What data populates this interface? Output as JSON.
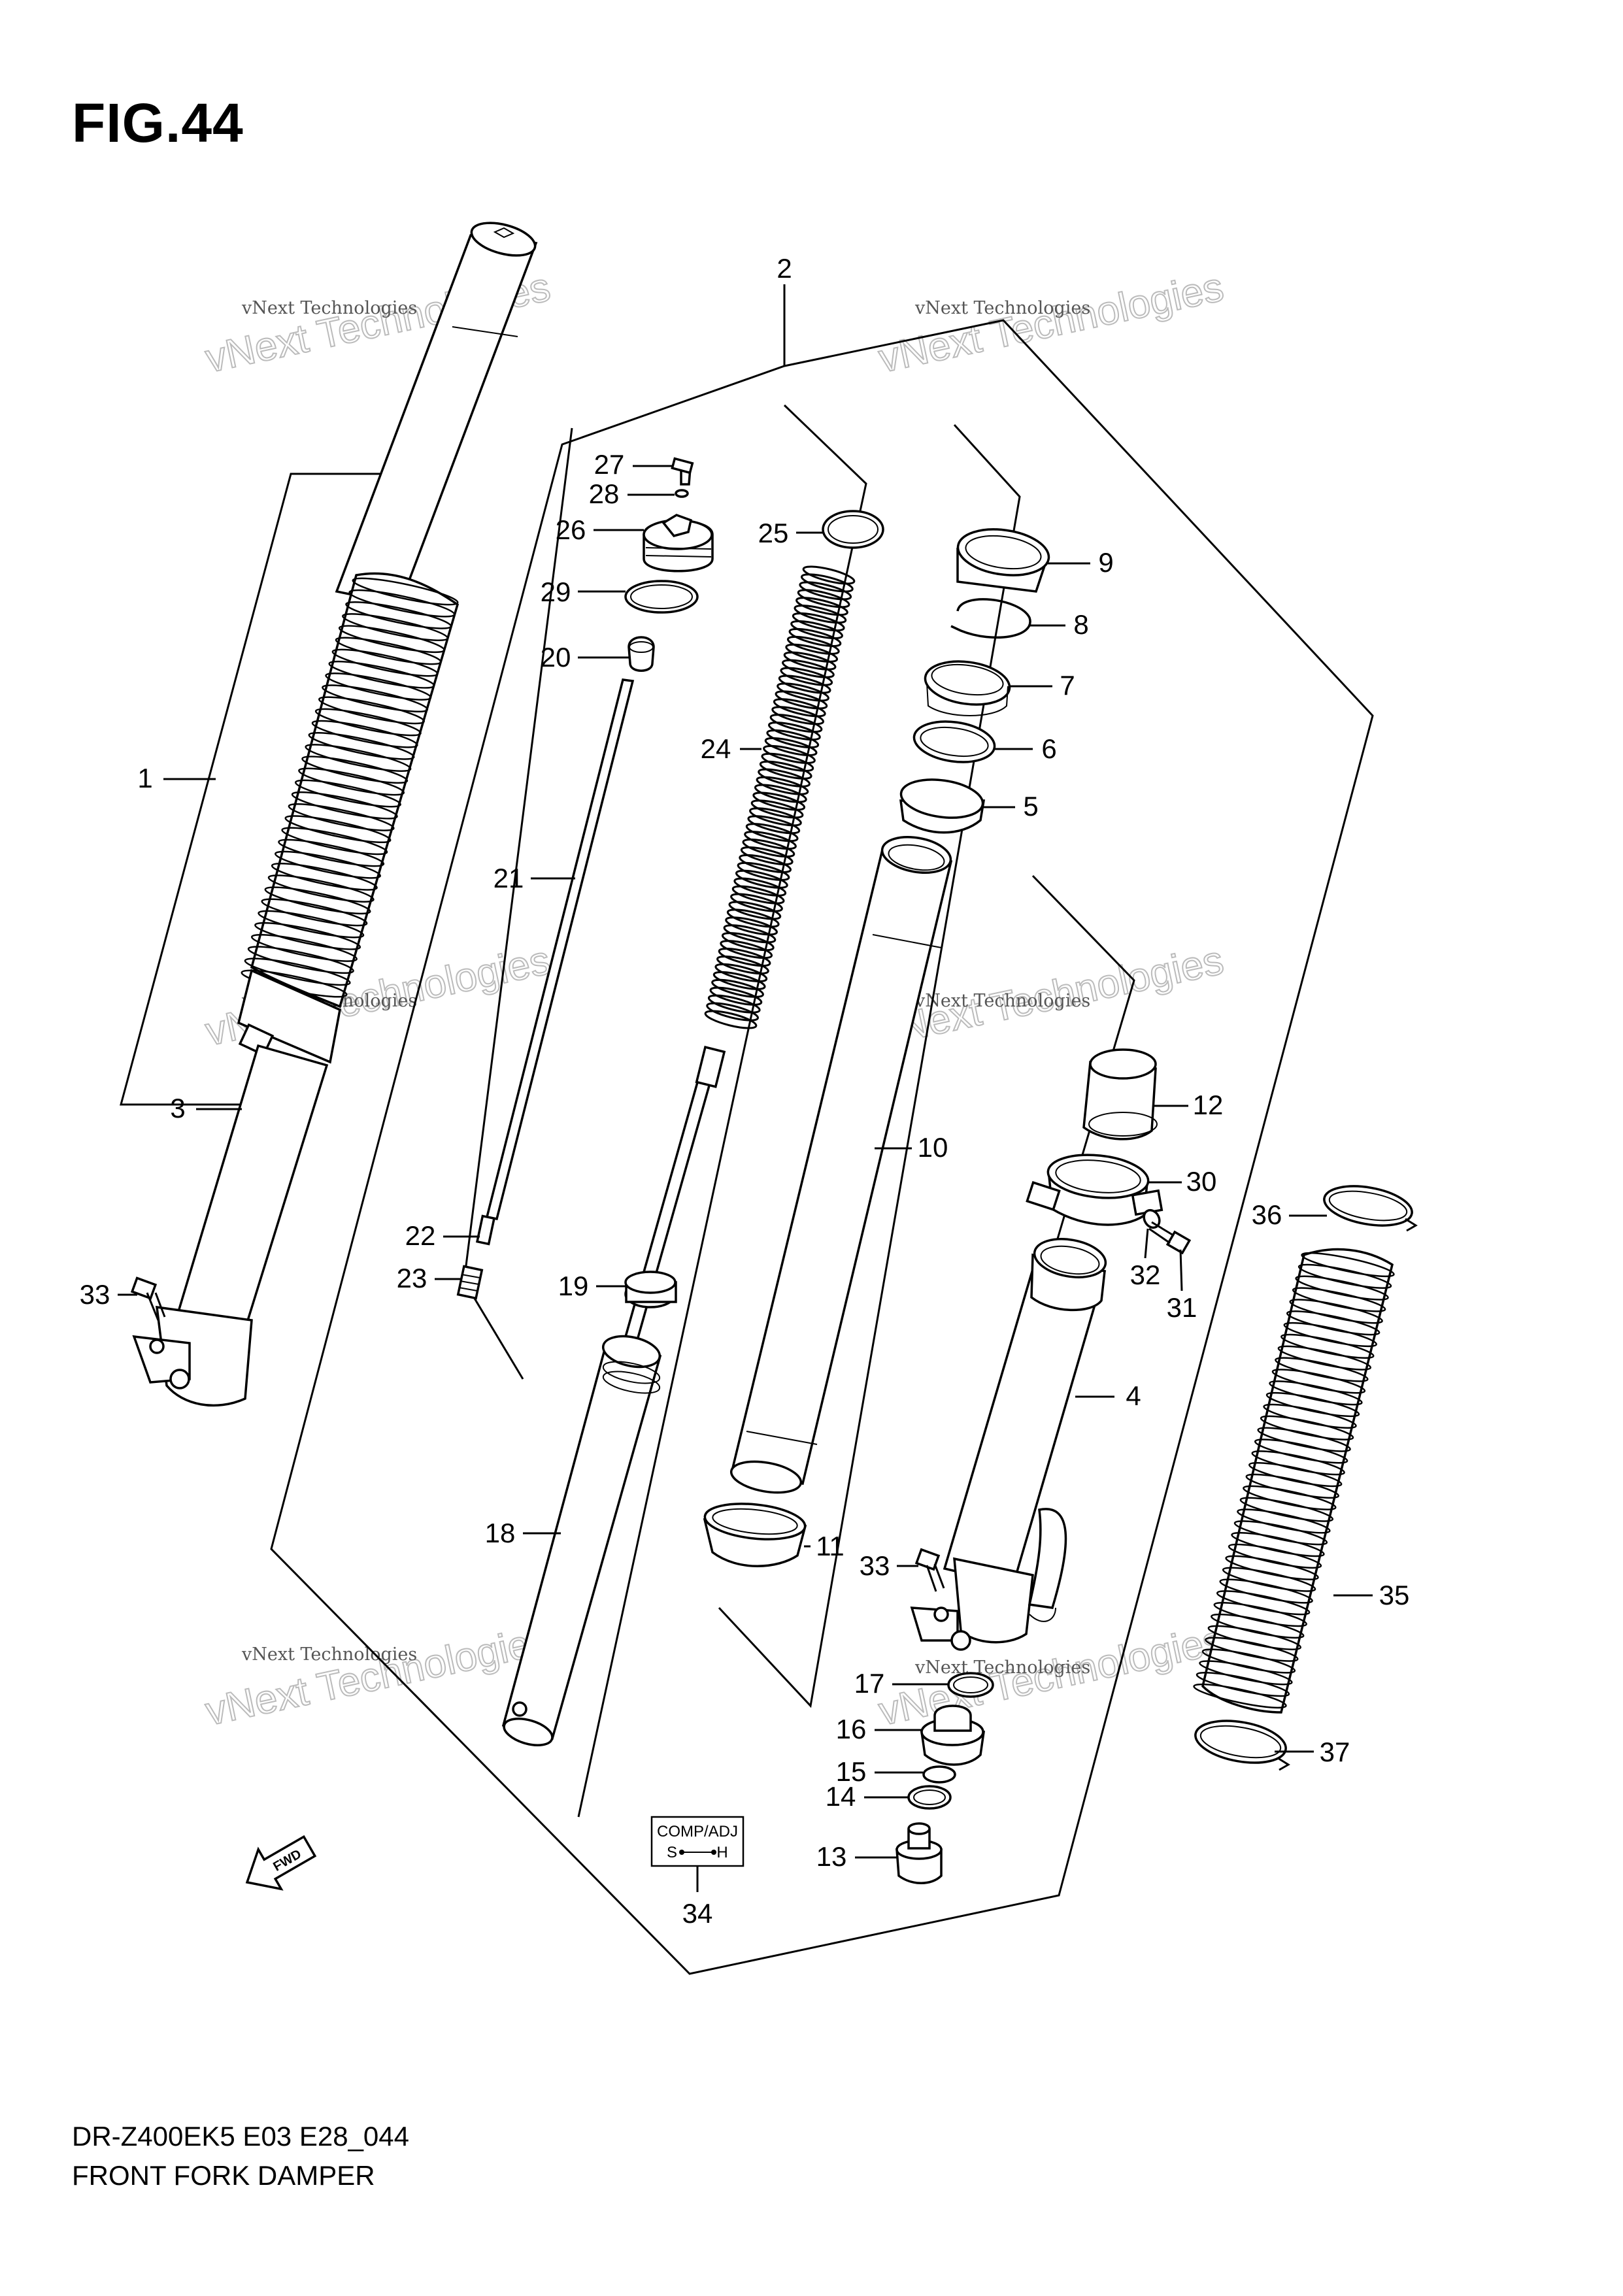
{
  "figure_title": "FIG.44",
  "footer": {
    "model_code": "DR-Z400EK5 E03 E28_044",
    "diagram_name": "FRONT FORK DAMPER"
  },
  "watermark": {
    "line1": "vNext Technologies",
    "line2": "vNext Technologies"
  },
  "fwd_label": "FWD",
  "comp_adj": {
    "top": "COMP/ADJ",
    "left": "S",
    "right": "H"
  },
  "callouts": [
    "1",
    "2",
    "3",
    "4",
    "5",
    "6",
    "7",
    "8",
    "9",
    "10",
    "11",
    "12",
    "13",
    "14",
    "15",
    "16",
    "17",
    "18",
    "19",
    "20",
    "21",
    "22",
    "23",
    "24",
    "25",
    "26",
    "27",
    "28",
    "29",
    "30",
    "31",
    "32",
    "33",
    "33",
    "34",
    "35",
    "36",
    "37"
  ]
}
